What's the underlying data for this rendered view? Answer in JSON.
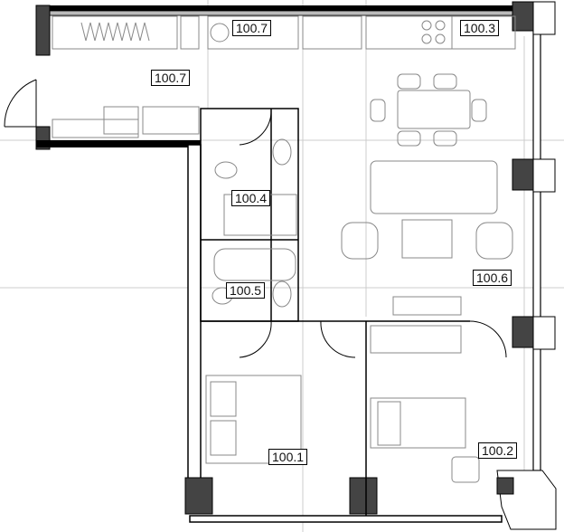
{
  "rooms": [
    {
      "id": "kitchen-label",
      "label": "100.7"
    },
    {
      "id": "living-corner-label",
      "label": "100.3"
    },
    {
      "id": "hallway-label",
      "label": "100.7"
    },
    {
      "id": "toilet-label",
      "label": "100.4"
    },
    {
      "id": "bathroom-label",
      "label": "100.5"
    },
    {
      "id": "living-room-label",
      "label": "100.6"
    },
    {
      "id": "bedroom-1-label",
      "label": "100.1"
    },
    {
      "id": "bedroom-2-label",
      "label": "100.2"
    }
  ],
  "colors": {
    "wall": "#000000",
    "column": "#444444",
    "window": "#bbbbbb",
    "furniture": "#888888"
  }
}
